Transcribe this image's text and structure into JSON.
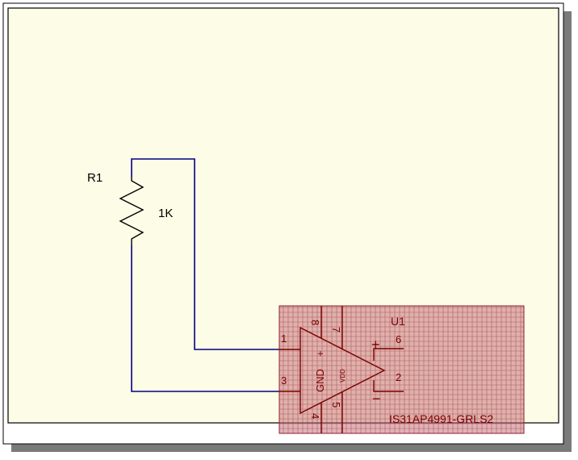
{
  "colors": {
    "sheet_background": "#fdfce6",
    "sheet_border": "#000000",
    "wire": "#000080",
    "component": "#7a0000",
    "selection_fill": "#c8737a",
    "label": "#000000"
  },
  "resistor": {
    "ref": "R1",
    "value": "1K"
  },
  "amplifier": {
    "ref": "U1",
    "part_number": "IS31AP4991-GRLS2",
    "internal_labels": {
      "gnd": "GND",
      "plus": "+",
      "vdd": "VDD"
    },
    "pins": {
      "p1": "1",
      "p3": "3",
      "p8": "8",
      "p7": "7",
      "p4": "4",
      "p5": "5",
      "p6": "6",
      "p2": "2"
    },
    "output_plus": "+",
    "output_minus": "−"
  }
}
